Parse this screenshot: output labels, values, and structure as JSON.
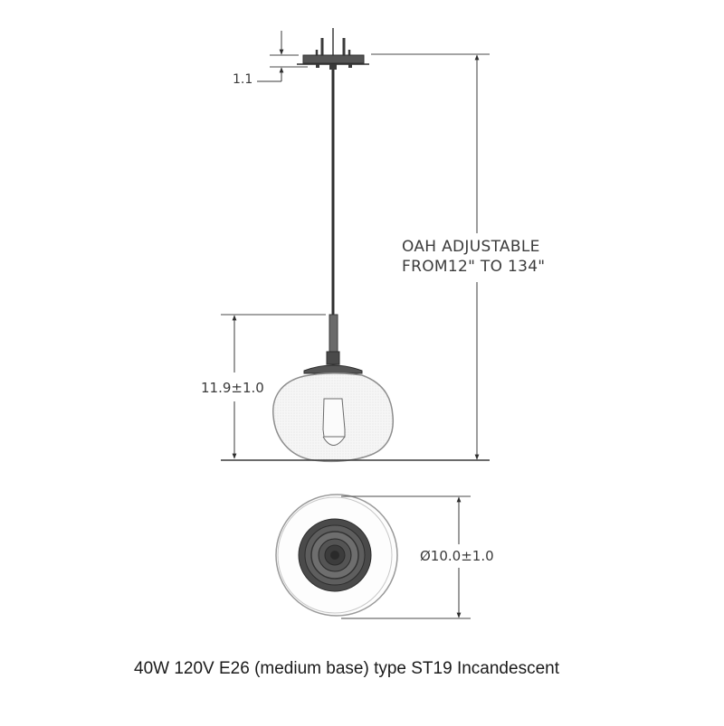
{
  "drawing": {
    "type": "pendant-light-spec-drawing",
    "views": [
      "side-elevation",
      "bottom-plan"
    ],
    "dimensions": {
      "canopy_height": "1.1",
      "overall_height_label_line1": "OAH ADJUSTABLE",
      "overall_height_label_line2": "FROM12\" TO 134\"",
      "shade_height": "11.9±1.0",
      "shade_diameter": "Ø10.0±1.0"
    },
    "caption": "40W 120V E26 (medium base) type ST19 Incandescent",
    "colors": {
      "line": "#3a3a3a",
      "metal_dark": "#3b3b3b",
      "metal_mid": "#6e6e6e",
      "glass_outline": "#9a9a9a",
      "glass_fill": "#f2f2f2"
    }
  }
}
